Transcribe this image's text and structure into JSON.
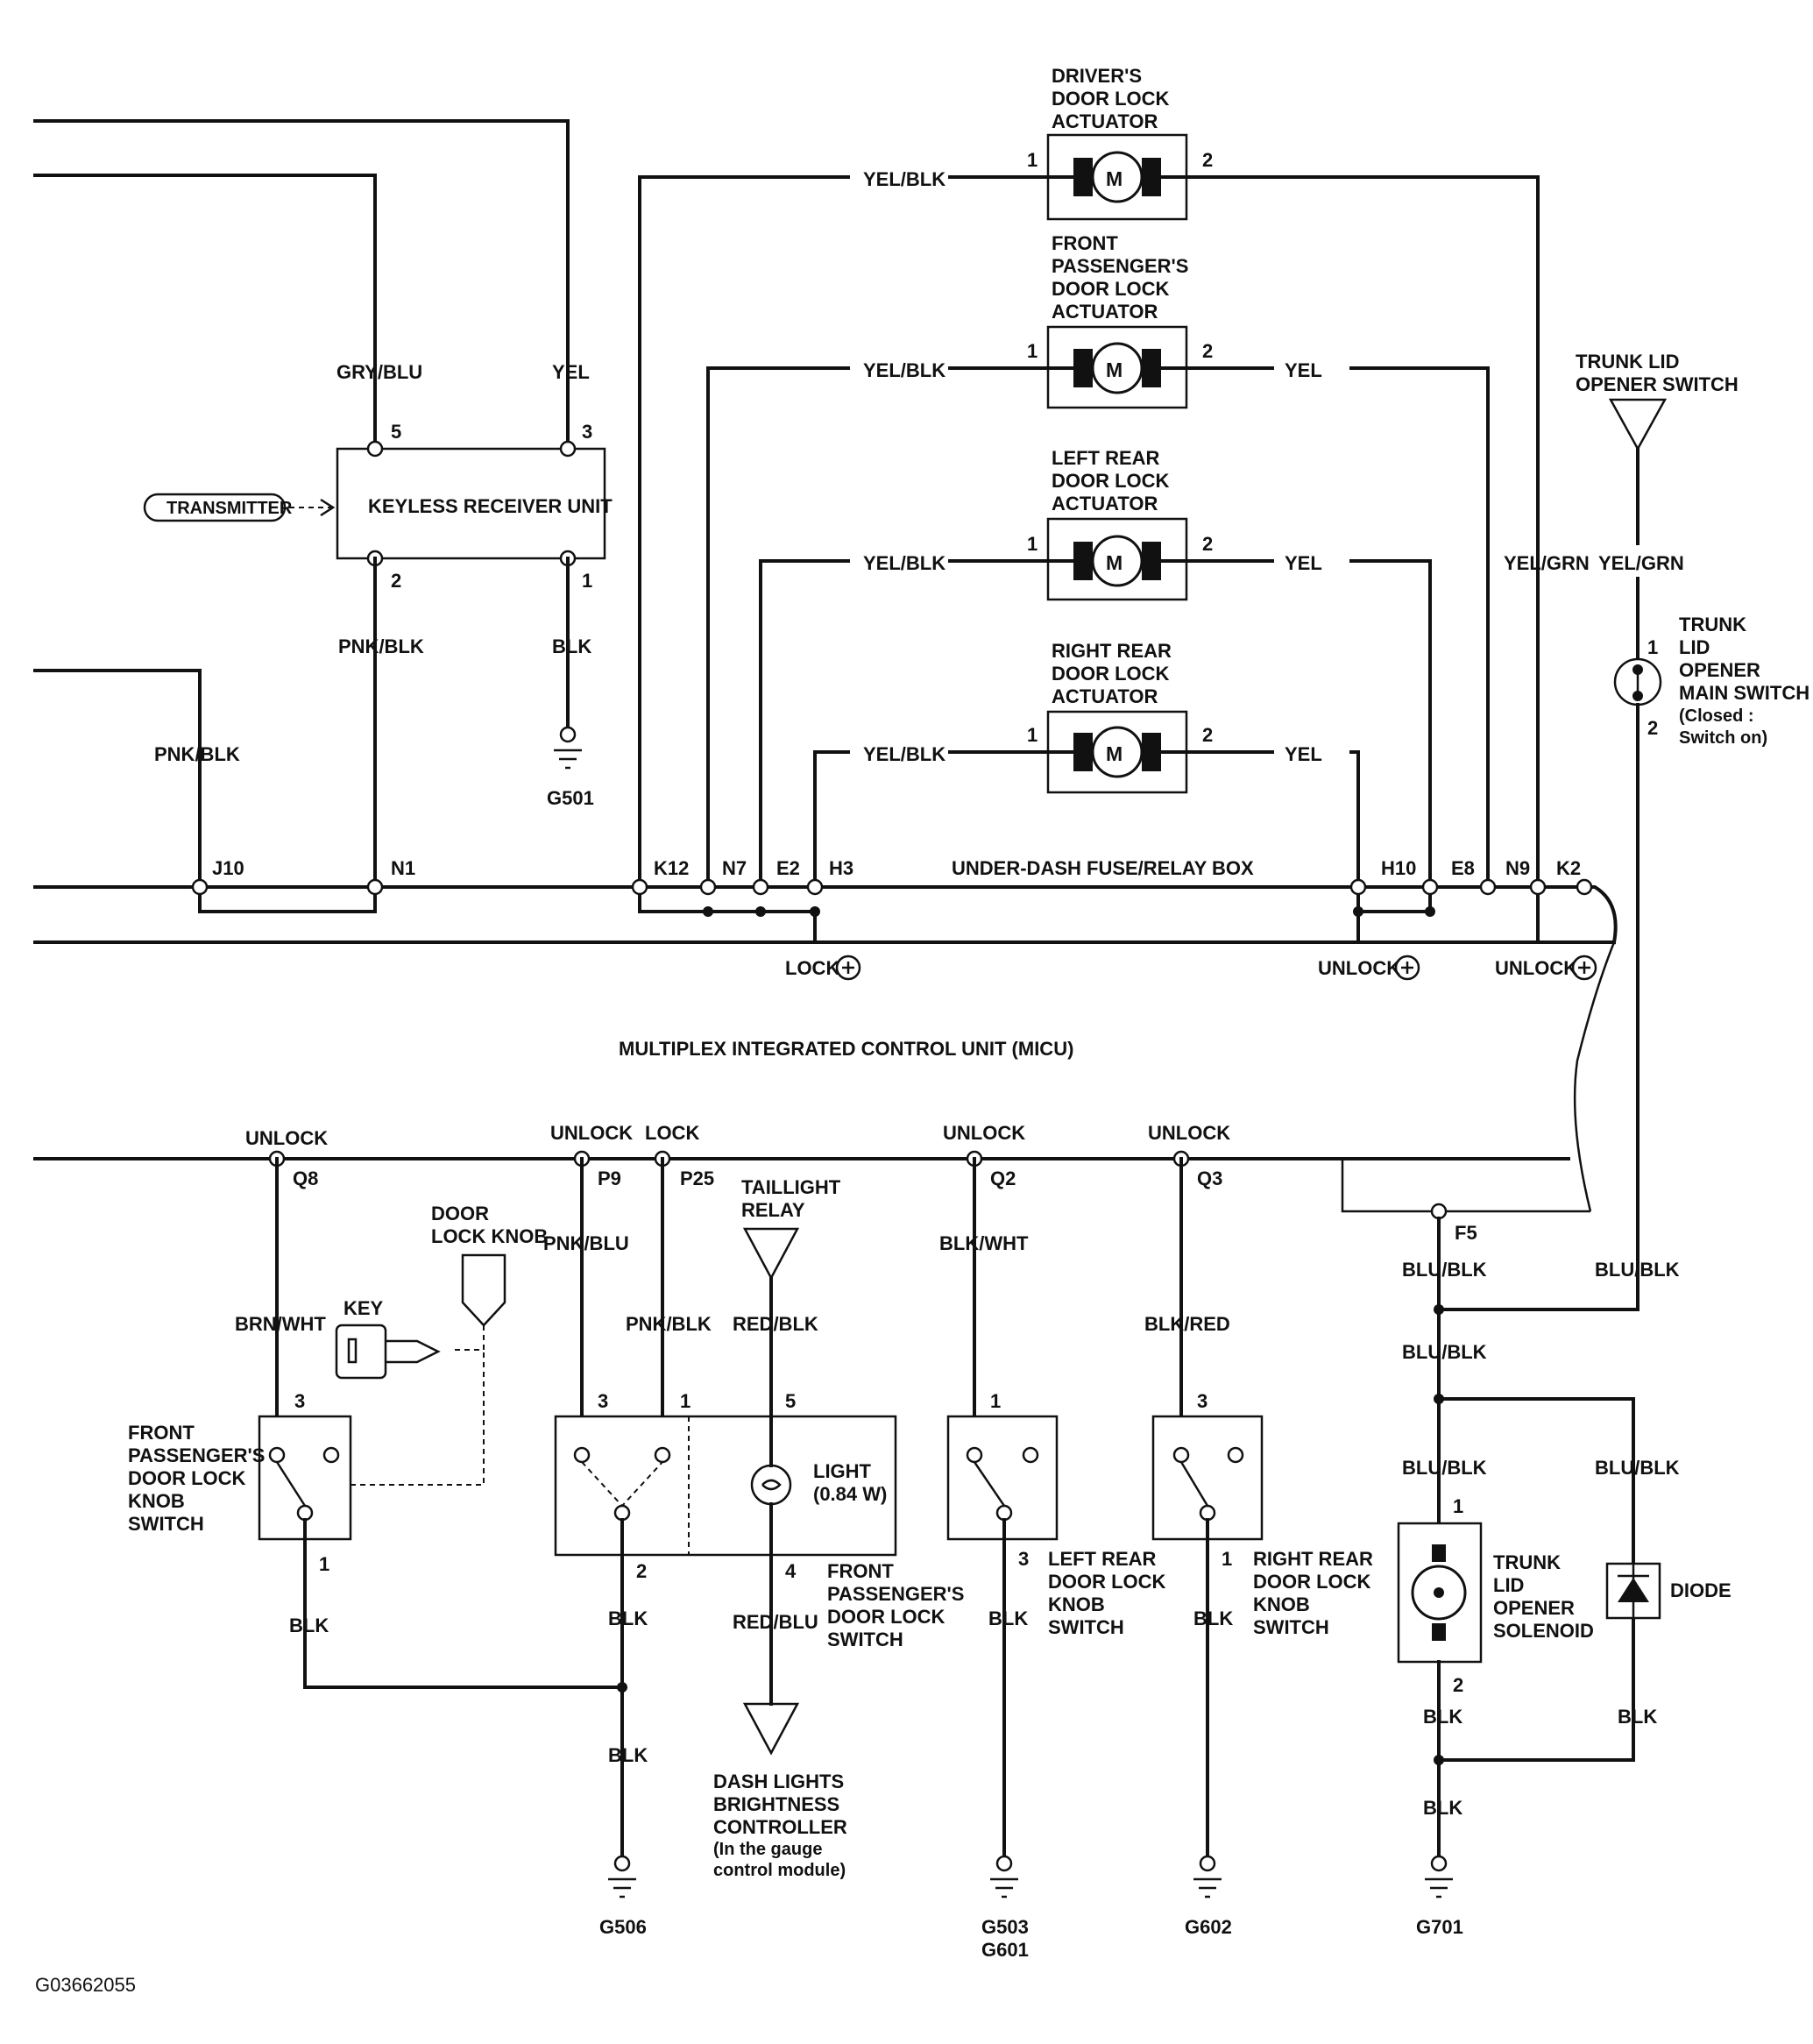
{
  "labels": {
    "drv_act_1": "DRIVER'S",
    "drv_act_2": "DOOR LOCK",
    "drv_act_3": "ACTUATOR",
    "fp_act_1": "FRONT",
    "fp_act_2": "PASSENGER'S",
    "fp_act_3": "DOOR LOCK",
    "fp_act_4": "ACTUATOR",
    "lr_act_1": "LEFT REAR",
    "lr_act_2": "DOOR LOCK",
    "lr_act_3": "ACTUATOR",
    "rr_act_1": "RIGHT REAR",
    "rr_act_2": "DOOR LOCK",
    "rr_act_3": "ACTUATOR",
    "motor": "M",
    "pin1": "1",
    "pin2": "2",
    "pin3": "3",
    "pin4": "4",
    "pin5": "5",
    "yel_blk": "YEL/BLK",
    "yel": "YEL",
    "yel_grn": "YEL/GRN",
    "gry_blu": "GRY/BLU",
    "pnk_blk": "PNK/BLK",
    "blk": "BLK",
    "keyless": "KEYLESS RECEIVER UNIT",
    "transmitter": "TRANSMITTER",
    "g501": "G501",
    "trunk_sw_1": "TRUNK LID",
    "trunk_sw_2": "OPENER SWITCH",
    "trunk_main_1": "TRUNK",
    "trunk_main_2": "LID",
    "trunk_main_3": "OPENER",
    "trunk_main_4": "MAIN SWITCH",
    "trunk_main_5": "(Closed :",
    "trunk_main_6": "Switch on)",
    "j10": "J10",
    "n1": "N1",
    "k12": "K12",
    "n7": "N7",
    "e2": "E2",
    "h3": "H3",
    "h10": "H10",
    "e8": "E8",
    "n9": "N9",
    "k2": "K2",
    "fuse_box": "UNDER-DASH FUSE/RELAY BOX",
    "lock_plus": "LOCK",
    "unlock_plus": "UNLOCK",
    "micu": "MULTIPLEX INTEGRATED CONTROL UNIT (MICU)",
    "unlock": "UNLOCK",
    "lock": "LOCK",
    "q8": "Q8",
    "p9": "P9",
    "p25": "P25",
    "q2": "Q2",
    "q3": "Q3",
    "f5": "F5",
    "door_knob_1": "DOOR",
    "door_knob_2": "LOCK KNOB",
    "key": "KEY",
    "brn_wht": "BRN/WHT",
    "pnk_blu": "PNK/BLU",
    "taillight_1": "TAILLIGHT",
    "taillight_2": "RELAY",
    "red_blk": "RED/BLK",
    "red_blu": "RED/BLU",
    "blk_wht": "BLK/WHT",
    "blk_red": "BLK/RED",
    "blu_blk": "BLU/BLK",
    "fpk_1": "FRONT",
    "fpk_2": "PASSENGER'S",
    "fpk_3": "DOOR LOCK",
    "fpk_4": "KNOB",
    "fpk_5": "SWITCH",
    "light_1": "LIGHT",
    "light_2": "(0.84 W)",
    "fpd_1": "FRONT",
    "fpd_2": "PASSENGER'S",
    "fpd_3": "DOOR LOCK",
    "fpd_4": "SWITCH",
    "dash_1": "DASH LIGHTS",
    "dash_2": "BRIGHTNESS",
    "dash_3": "CONTROLLER",
    "dash_4": "(In the gauge",
    "dash_5": "control module)",
    "lrk_1": "LEFT REAR",
    "lrk_2": "DOOR LOCK",
    "lrk_3": "KNOB",
    "lrk_4": "SWITCH",
    "rrk_1": "RIGHT REAR",
    "rrk_2": "DOOR LOCK",
    "rrk_3": "KNOB",
    "rrk_4": "SWITCH",
    "sol_1": "TRUNK",
    "sol_2": "LID",
    "sol_3": "OPENER",
    "sol_4": "SOLENOID",
    "diode": "DIODE",
    "g506": "G506",
    "g503": "G503",
    "g601": "G601",
    "g602": "G602",
    "g701": "G701",
    "fig_id": "G03662055"
  }
}
